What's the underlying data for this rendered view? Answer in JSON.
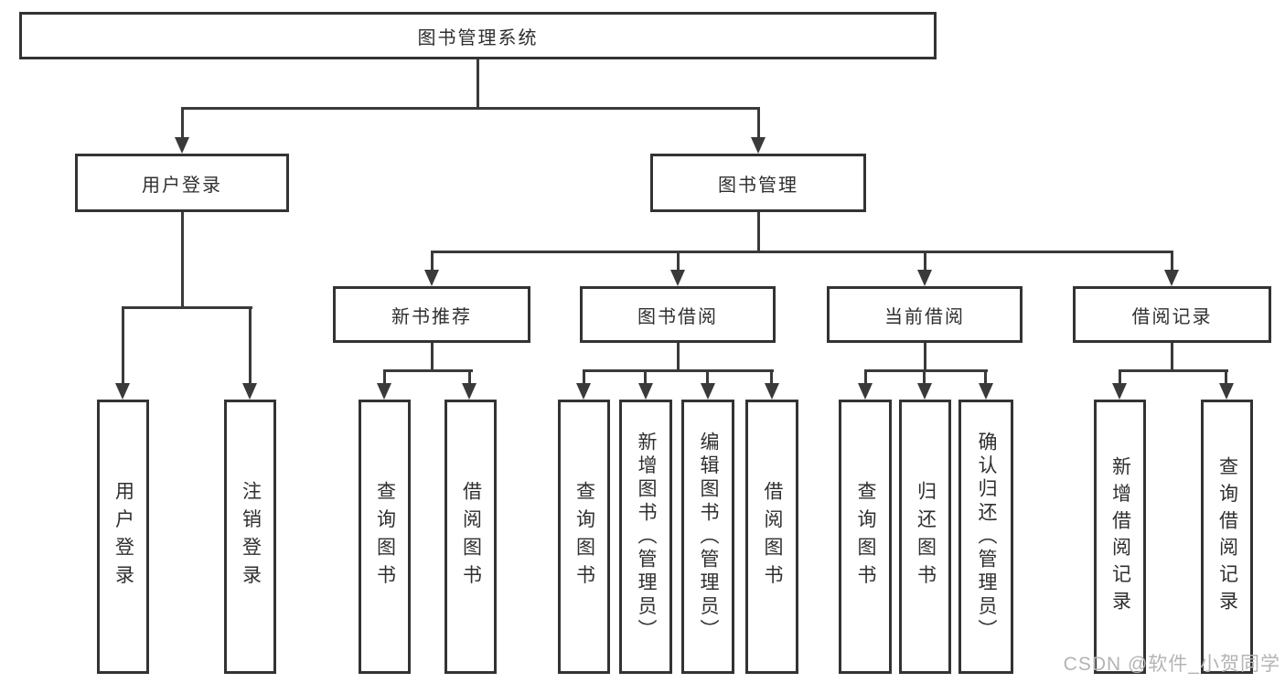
{
  "diagram_title": "图书管理系统",
  "nodes": {
    "root": "图书管理系统",
    "user_login": "用户登录",
    "book_mgmt": "图书管理",
    "new_book_rec": "新书推荐",
    "book_borrow": "图书借阅",
    "current_borrow": "当前借阅",
    "borrow_records": "借阅记录",
    "ul_user_login": "用户登录",
    "ul_logout": "注销登录",
    "nb_query_book": "查询图书",
    "nb_borrow_book": "借阅图书",
    "bb_query_book": "查询图书",
    "bb_add_book": "新增图书（管理员）",
    "bb_edit_book": "编辑图书（管理员）",
    "bb_borrow_book": "借阅图书",
    "cb_query_book": "查询图书",
    "cb_return_book": "归还图书",
    "cb_confirm_return": "确认归还（管理员）",
    "br_add_record": "新增借阅记录",
    "br_query_record": "查询借阅记录"
  },
  "watermark": "CSDN @软件_小贺同学",
  "colors": {
    "line": "#3a3a3a",
    "box_border": "#333333",
    "text": "#2f2f2f",
    "background": "#ffffff",
    "watermark": "#b4b4b4"
  }
}
